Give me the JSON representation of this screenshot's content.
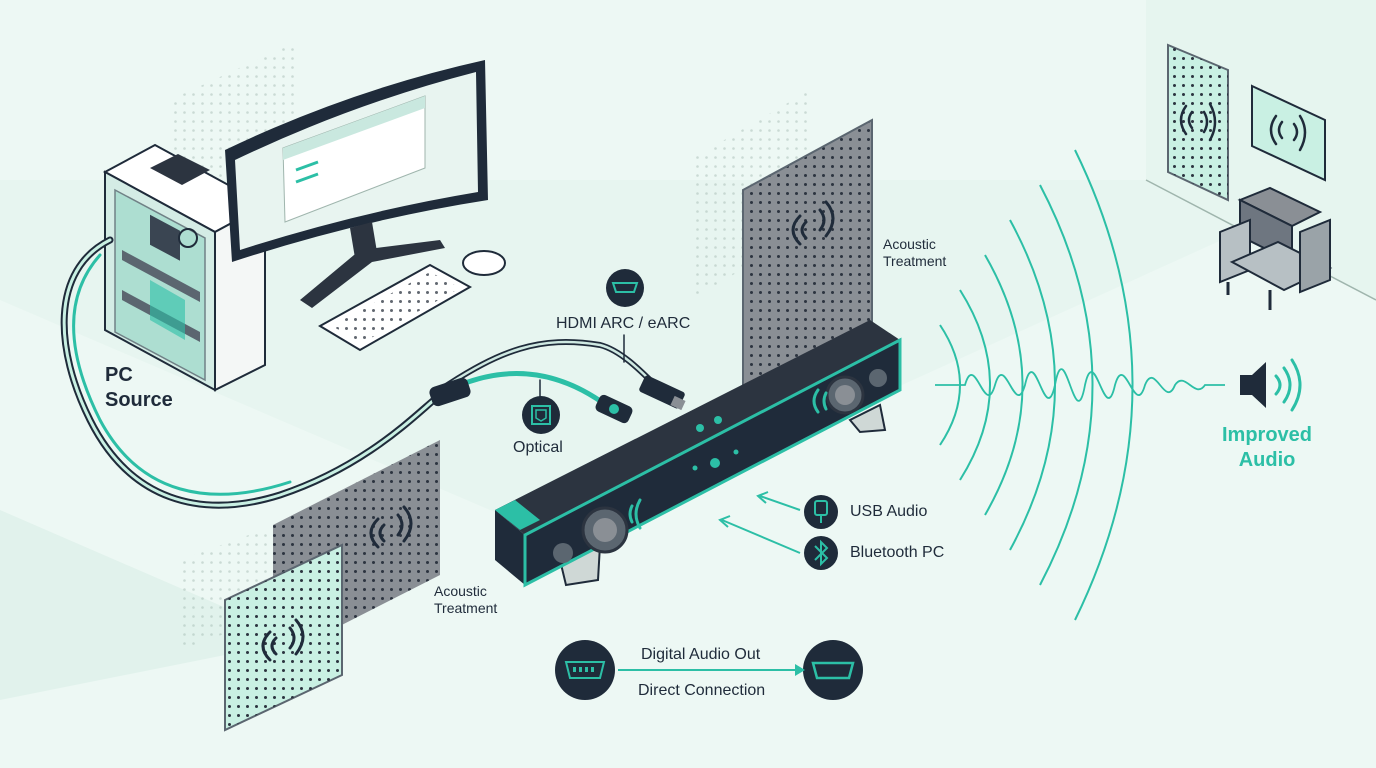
{
  "labels": {
    "pc_source": [
      "PC",
      "Source"
    ],
    "hdmi": "HDMI ARC / eARC",
    "optical": "Optical",
    "acoustic_top": [
      "Acoustic",
      "Treatment"
    ],
    "acoustic_bottom": [
      "Acoustic",
      "Treatment"
    ],
    "usb": "USB Audio",
    "bluetooth": "Bluetooth PC",
    "improved": [
      "Improved",
      "Audio"
    ],
    "digital_out": "Digital Audio Out",
    "direct": "Direct Connection"
  },
  "colors": {
    "background": "#edf8f4",
    "accent": "#2cbfa6",
    "dark": "#1f2b3a",
    "panel": "#8a8f95",
    "panel_light": "#c9f0e3"
  },
  "icons": [
    "hdmi-icon",
    "optical-icon",
    "usb-icon",
    "bluetooth-icon",
    "speaker-icon",
    "hdmi-port-icon",
    "hdmi-plug-icon"
  ]
}
